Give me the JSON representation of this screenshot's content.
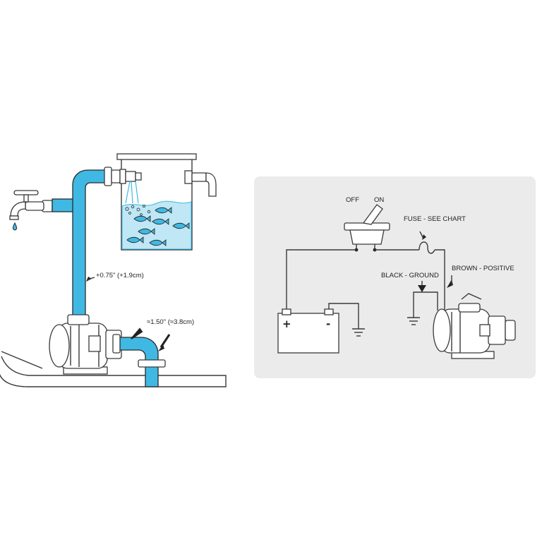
{
  "plumbing": {
    "pipe_small_label": "+0.75\" (+1.9cm)",
    "pipe_large_label": "≈1.50\" (≈3.8cm)"
  },
  "wiring": {
    "off_label": "OFF",
    "on_label": "ON",
    "fuse_label": "FUSE - SEE CHART",
    "black_ground_label": "BLACK - GROUND",
    "brown_positive_label": "BROWN - POSITIVE",
    "battery_positive_symbol": "+",
    "battery_negative_symbol": "-"
  },
  "colors": {
    "water": "#3fb9e4",
    "panel_background": "#ebebeb",
    "line": "#3a3a3a"
  }
}
